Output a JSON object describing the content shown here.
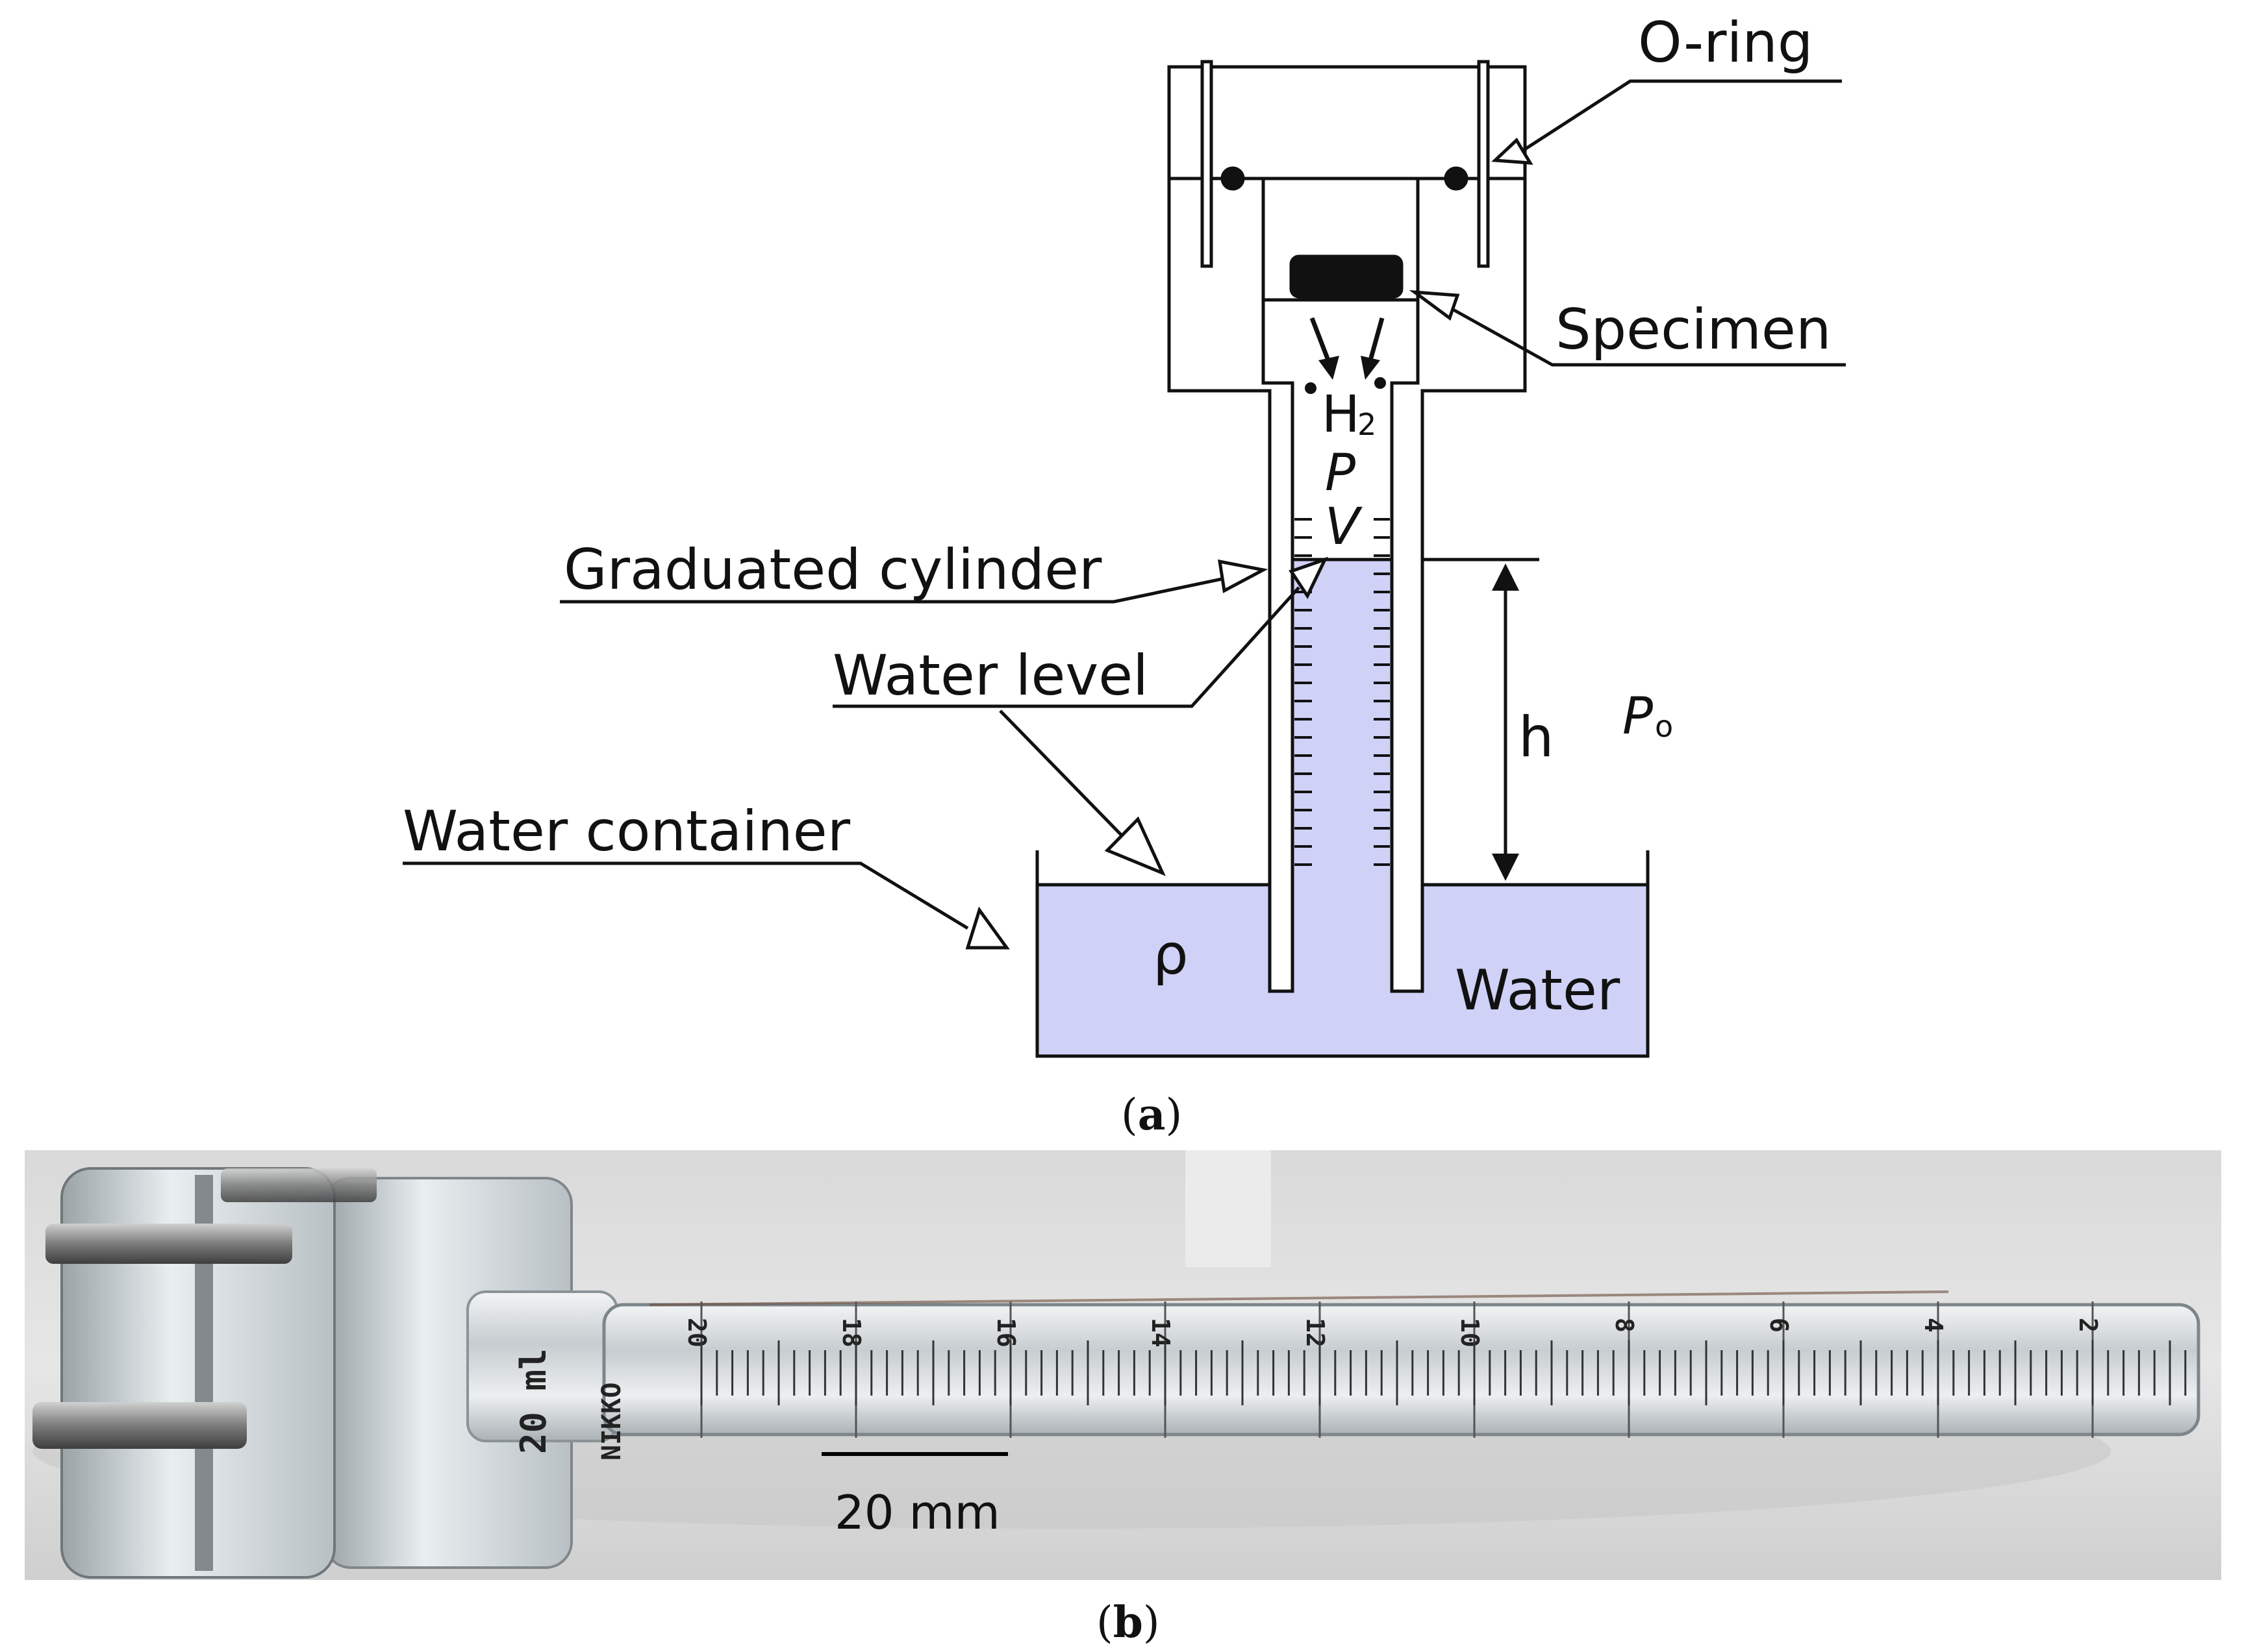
{
  "panel_a": {
    "labels": {
      "o_ring": "O-ring",
      "specimen": "Specimen",
      "graduated_cylinder": "Graduated cylinder",
      "water_level": "Water level",
      "water_container": "Water container",
      "water": "Water",
      "h2": "H",
      "h2_sub": "2",
      "pressure": "P",
      "volume": "V",
      "height": "h",
      "atm_pressure": "P",
      "atm_sub": "o",
      "density": "ρ"
    },
    "caption": "a",
    "colors": {
      "water": "#cfd1f7",
      "line": "#111111"
    }
  },
  "panel_b": {
    "scale_bar_label": "20 mm",
    "cylinder_marks": [
      "20",
      "18",
      "16",
      "14",
      "12",
      "10",
      "8",
      "6",
      "4",
      "2"
    ],
    "brand_text": "NIKKO",
    "volume_text": "20 ml",
    "caption": "b"
  }
}
